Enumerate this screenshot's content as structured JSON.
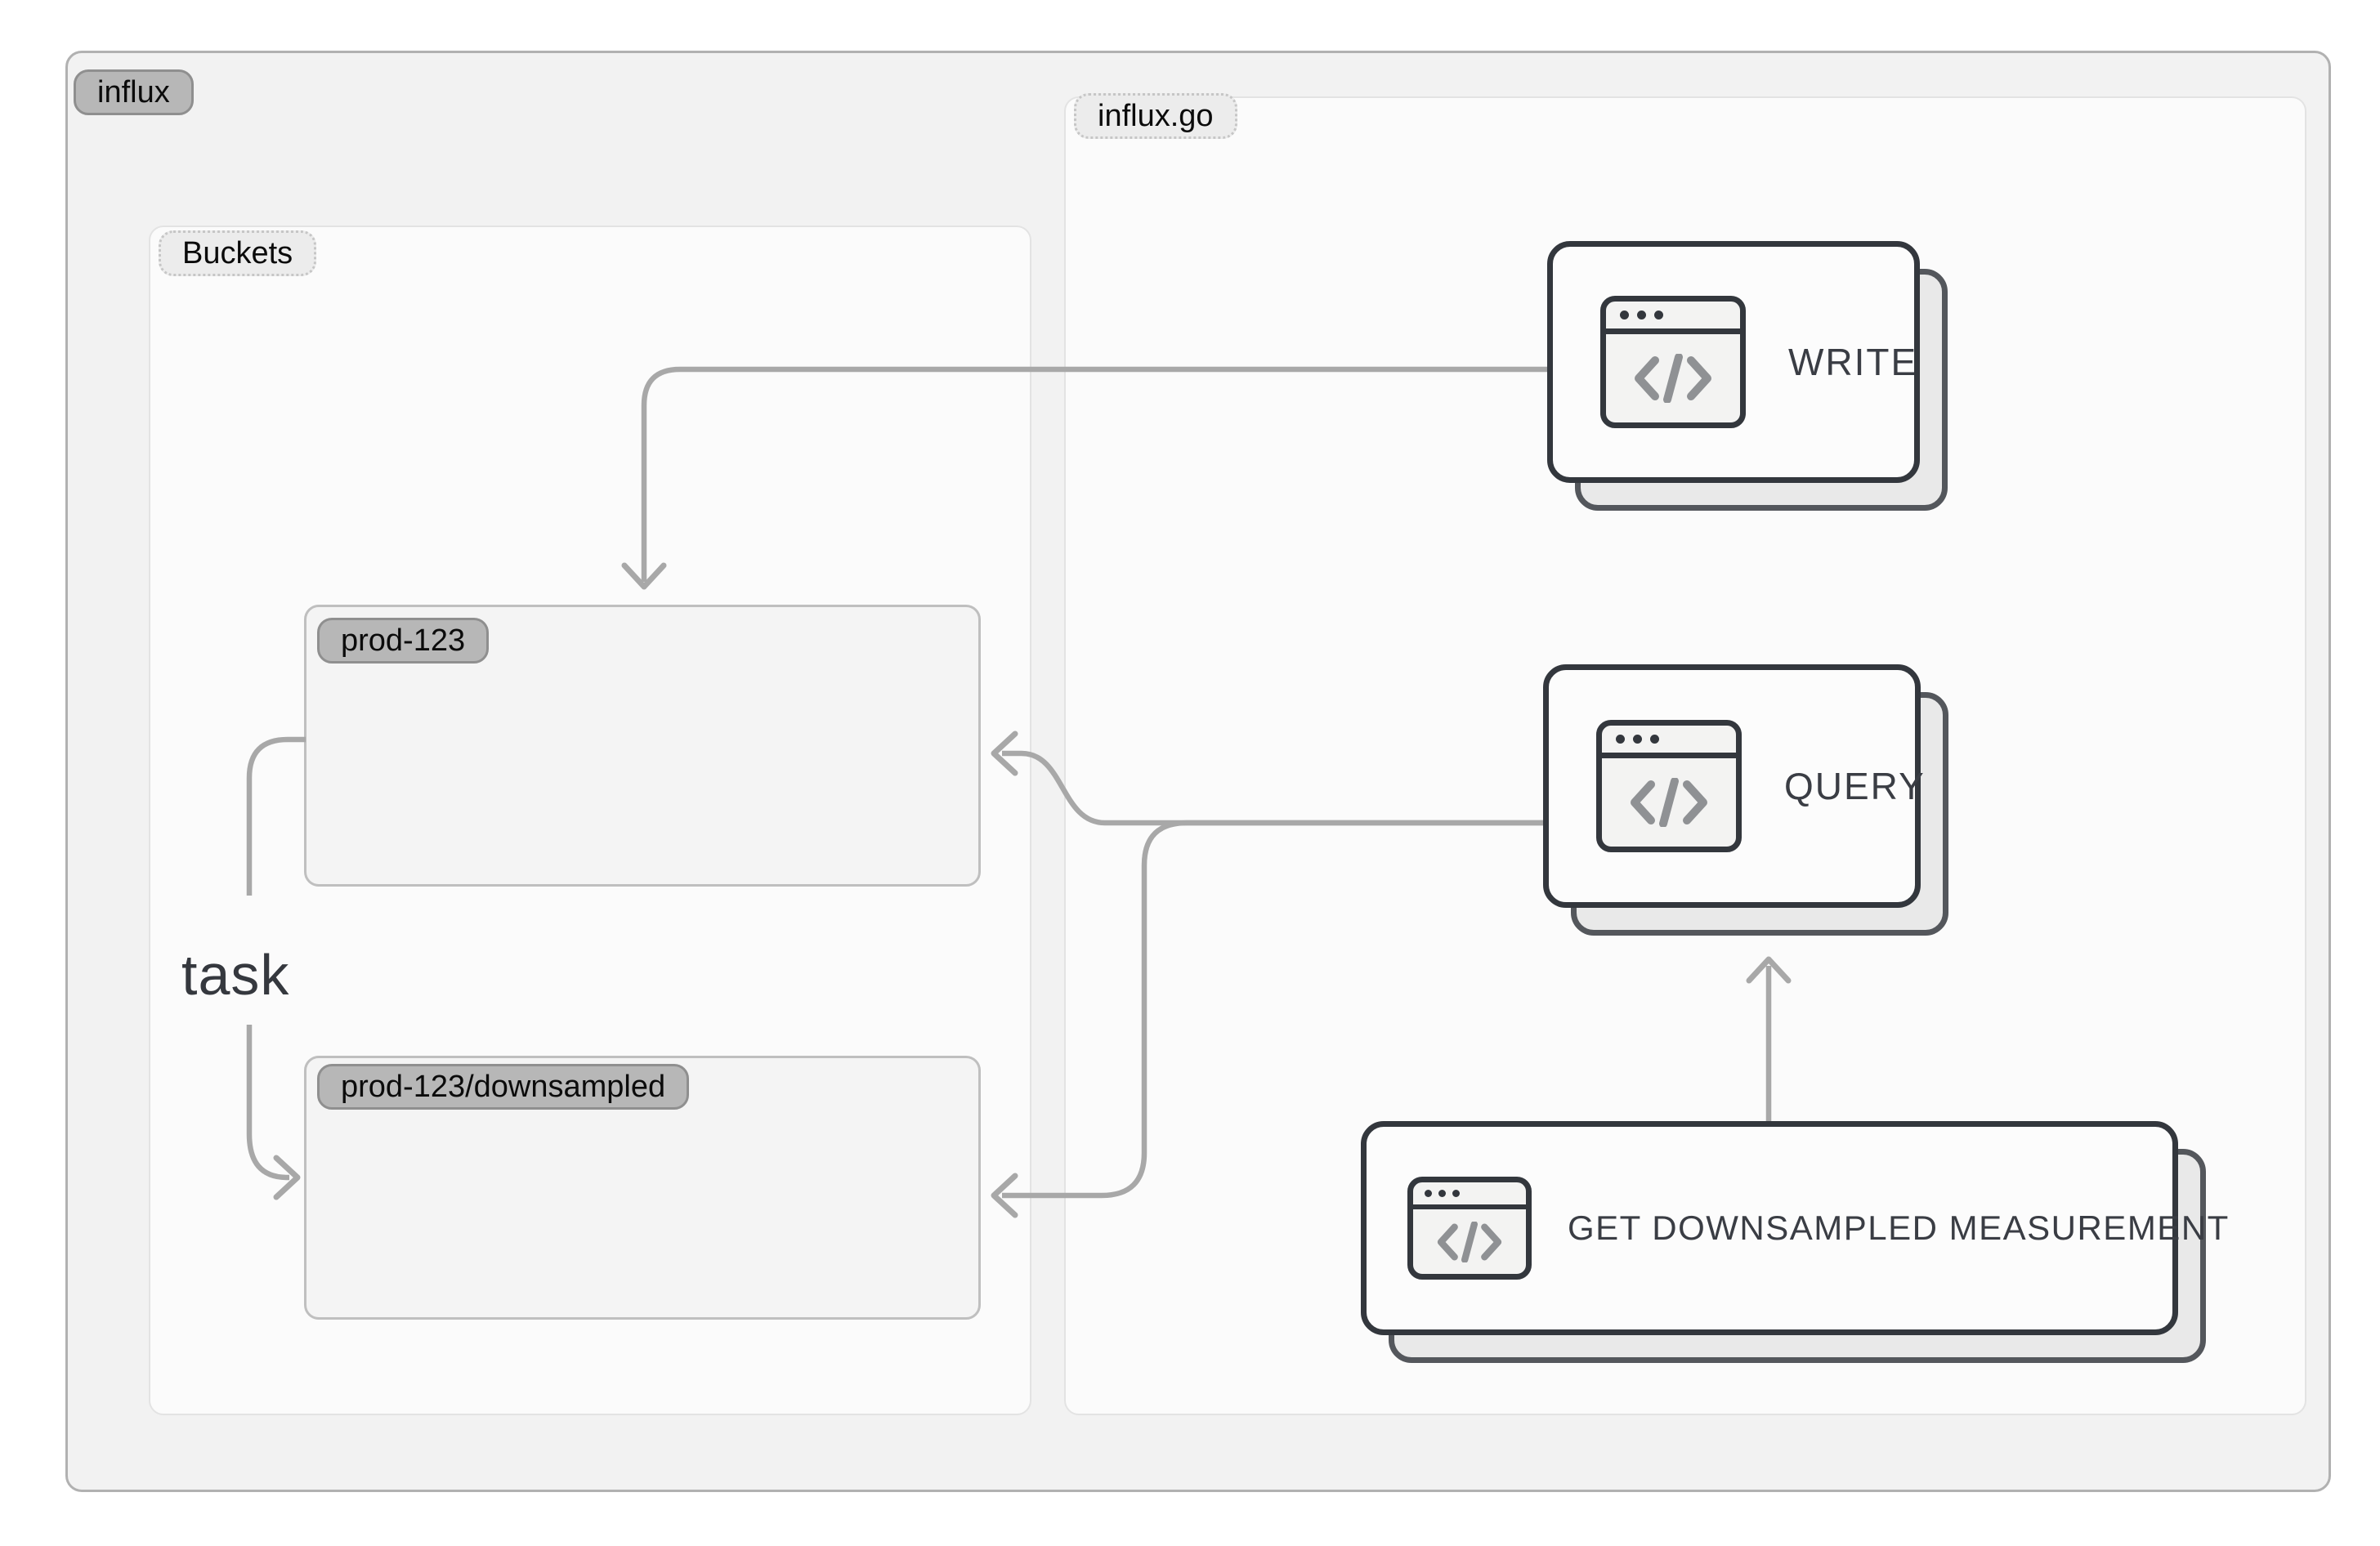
{
  "diagram": {
    "outer": {
      "label": "influx"
    },
    "buckets_container": {
      "label": "Buckets"
    },
    "influx_go_container": {
      "label": "influx.go"
    },
    "buckets": [
      {
        "label": "prod-123"
      },
      {
        "label": "prod-123/downsampled"
      }
    ],
    "api_nodes": [
      {
        "label": "WRITE",
        "icon": "code-window-icon"
      },
      {
        "label": "QUERY",
        "icon": "code-window-icon"
      },
      {
        "label": "GET DOWNSAMPLED MEASUREMENT",
        "icon": "code-window-icon"
      }
    ],
    "edges": [
      {
        "from": "WRITE",
        "to": "prod-123",
        "label": ""
      },
      {
        "from": "QUERY",
        "to": "prod-123",
        "label": ""
      },
      {
        "from": "QUERY",
        "to": "prod-123/downsampled",
        "label": ""
      },
      {
        "from": "GET DOWNSAMPLED MEASUREMENT",
        "to": "QUERY",
        "label": ""
      },
      {
        "from": "prod-123",
        "to": "prod-123/downsampled",
        "label": "task"
      }
    ],
    "colors": {
      "canvas_bg": "#ffffff",
      "outer_container_fill": "#f2f2f2",
      "outer_container_border": "#b1b1b1",
      "inner_container_fill": "#fbfbfb",
      "inner_container_border": "#e3e3e3",
      "bucket_fill": "#f4f4f4",
      "bucket_border": "#bfbfbf",
      "gray_pill": "#b7b7b7",
      "light_pill": "#ececec",
      "node_fill": "#fcfcfc",
      "node_border": "#33373d",
      "node_shadow_fill": "#e9e9e9",
      "edge_gray": "#a8a8a8",
      "node_text": "#3a3d44"
    }
  }
}
